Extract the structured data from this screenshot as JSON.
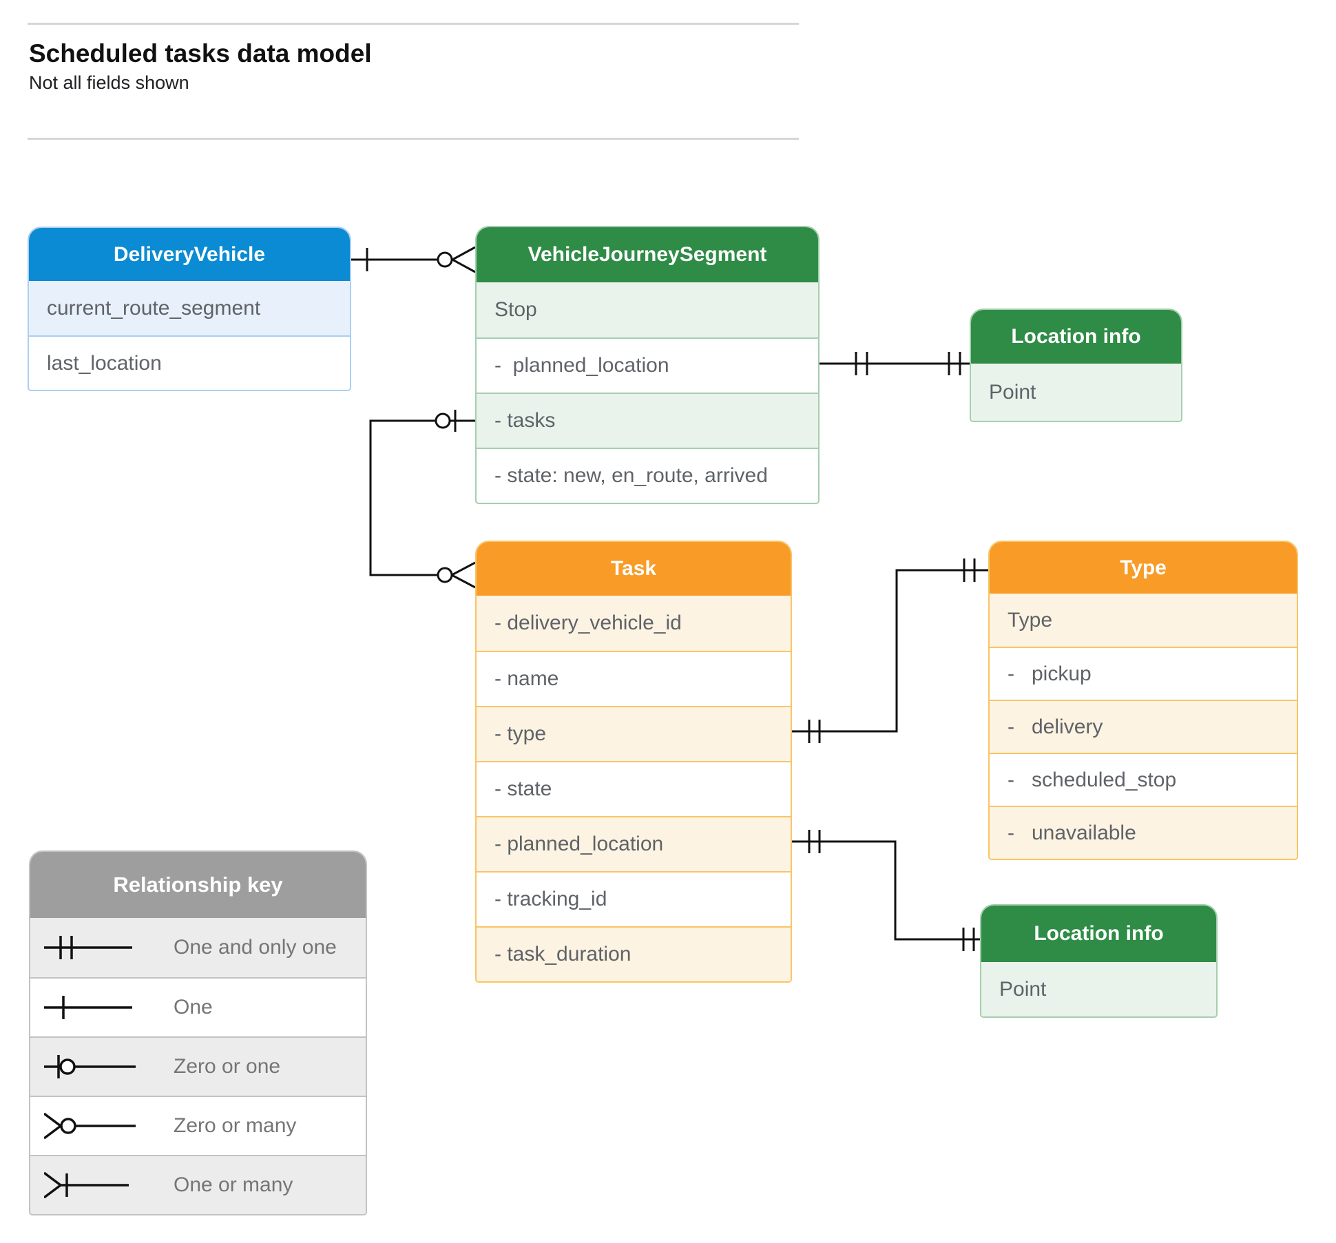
{
  "page": {
    "title": "Scheduled tasks data model",
    "subtitle": "Not all fields shown"
  },
  "entities": {
    "delivery_vehicle": {
      "title": "DeliveryVehicle",
      "fields": [
        "current_route_segment",
        "last_location"
      ]
    },
    "vehicle_journey_segment": {
      "title": "VehicleJourneySegment",
      "fields": [
        "Stop",
        "-  planned_location",
        "- tasks",
        "- state: new, en_route, arrived"
      ]
    },
    "location_info_top": {
      "title": "Location info",
      "fields": [
        "Point"
      ]
    },
    "task": {
      "title": "Task",
      "fields": [
        "- delivery_vehicle_id",
        "- name",
        "- type",
        "- state",
        "- planned_location",
        "- tracking_id",
        "- task_duration"
      ]
    },
    "type": {
      "title": "Type",
      "fields": [
        "Type",
        "-   pickup",
        "-   delivery",
        "-   scheduled_stop",
        "-   unavailable"
      ]
    },
    "location_info_bottom": {
      "title": "Location info",
      "fields": [
        "Point"
      ]
    }
  },
  "legend": {
    "title": "Relationship key",
    "items": [
      {
        "label": "One and only one",
        "symbol": "one-and-only-one"
      },
      {
        "label": "One",
        "symbol": "one"
      },
      {
        "label": "Zero or one",
        "symbol": "zero-or-one"
      },
      {
        "label": "Zero or many",
        "symbol": "zero-or-many"
      },
      {
        "label": "One or many",
        "symbol": "one-or-many"
      }
    ]
  },
  "relationships": [
    {
      "from": "DeliveryVehicle",
      "to": "VehicleJourneySegment",
      "from_cardinality": "one",
      "to_cardinality": "zero-or-many"
    },
    {
      "from": "VehicleJourneySegment.planned_location",
      "to": "Location info (top)",
      "from_cardinality": "one-and-only-one",
      "to_cardinality": "one-and-only-one"
    },
    {
      "from": "VehicleJourneySegment.tasks",
      "to": "Task",
      "from_cardinality": "zero-or-one",
      "to_cardinality": "zero-or-many"
    },
    {
      "from": "Task.type",
      "to": "Type",
      "from_cardinality": "one-and-only-one",
      "to_cardinality": "one-and-only-one"
    },
    {
      "from": "Task.planned_location",
      "to": "Location info (bottom)",
      "from_cardinality": "one-and-only-one",
      "to_cardinality": "one-and-only-one"
    }
  ],
  "colors": {
    "blue_header": "#0b8bd3",
    "blue_row": "#e8f1fb",
    "green_header": "#2f8c46",
    "green_row": "#e9f3ec",
    "orange_header": "#f89b27",
    "orange_row": "#fdf3e2",
    "legend_header": "#9e9e9e",
    "legend_row": "#ececec",
    "connector_line": "#111111",
    "field_text": "#5f6368"
  }
}
